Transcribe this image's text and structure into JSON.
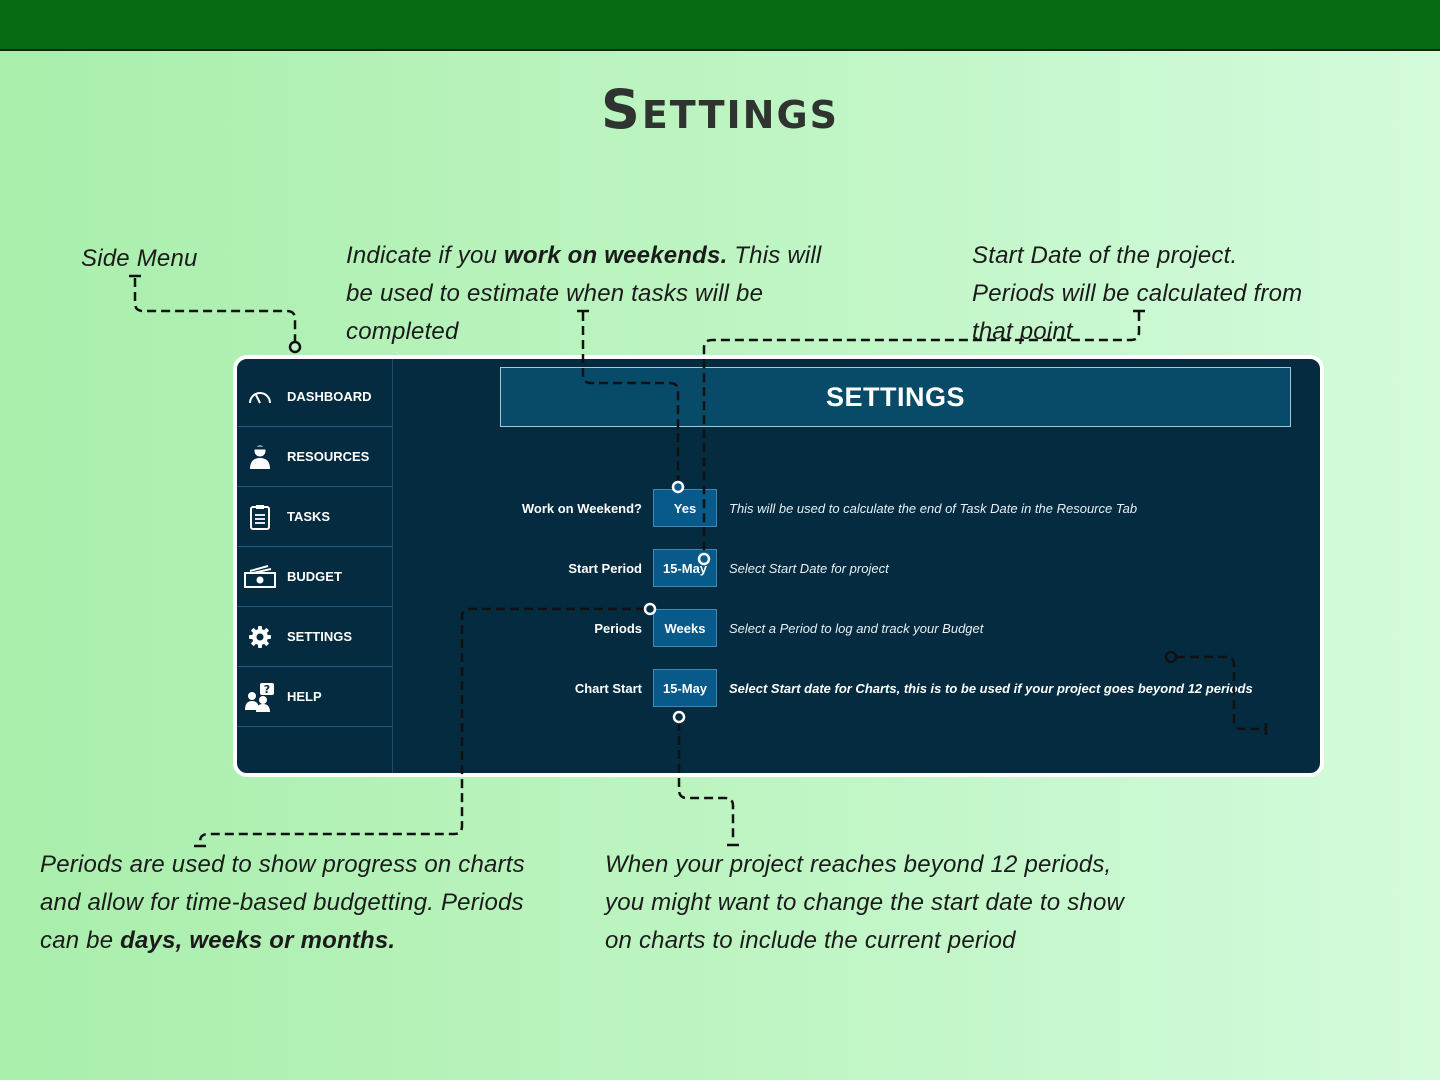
{
  "page": {
    "title": "Settings"
  },
  "notes": {
    "side_menu": "Side Menu",
    "weekend_pre": "Indicate if you ",
    "weekend_bold": "work on weekends.",
    "weekend_post": " This will be used to estimate when tasks will be completed",
    "start_date": "Start Date of the project. Periods will be calculated from that point",
    "periods_pre": "Periods are used to show progress on charts and allow for time-based budgetting. Periods can be ",
    "periods_bold": "days, weeks or months.",
    "chart_start": "When your project reaches beyond 12 periods, you might want to change the start date to show on charts to include the current period"
  },
  "app": {
    "header": "SETTINGS",
    "nav": [
      {
        "label": "DASHBOARD",
        "icon": "gauge-icon"
      },
      {
        "label": "RESOURCES",
        "icon": "person-icon"
      },
      {
        "label": "TASKS",
        "icon": "clipboard-icon"
      },
      {
        "label": "BUDGET",
        "icon": "cash-icon"
      },
      {
        "label": "SETTINGS",
        "icon": "gear-icon"
      },
      {
        "label": "HELP",
        "icon": "help-people-icon"
      }
    ],
    "rows": [
      {
        "label": "Work on Weekend?",
        "value": "Yes",
        "desc": "This will be used to calculate the end of Task Date in the Resource Tab"
      },
      {
        "label": "Start Period",
        "value": "15-May",
        "desc": "Select Start Date for project"
      },
      {
        "label": "Periods",
        "value": "Weeks",
        "desc": "Select a Period to log and track your Budget"
      },
      {
        "label": "Chart Start",
        "value": "15-May",
        "desc": "Select Start date for Charts, this is to be used if your project goes beyond 12 periods"
      }
    ]
  },
  "colors": {
    "topbar": "#086a12",
    "app_bg": "#042b3f",
    "header_bg": "#084b69",
    "value_bg": "#085a8a"
  }
}
